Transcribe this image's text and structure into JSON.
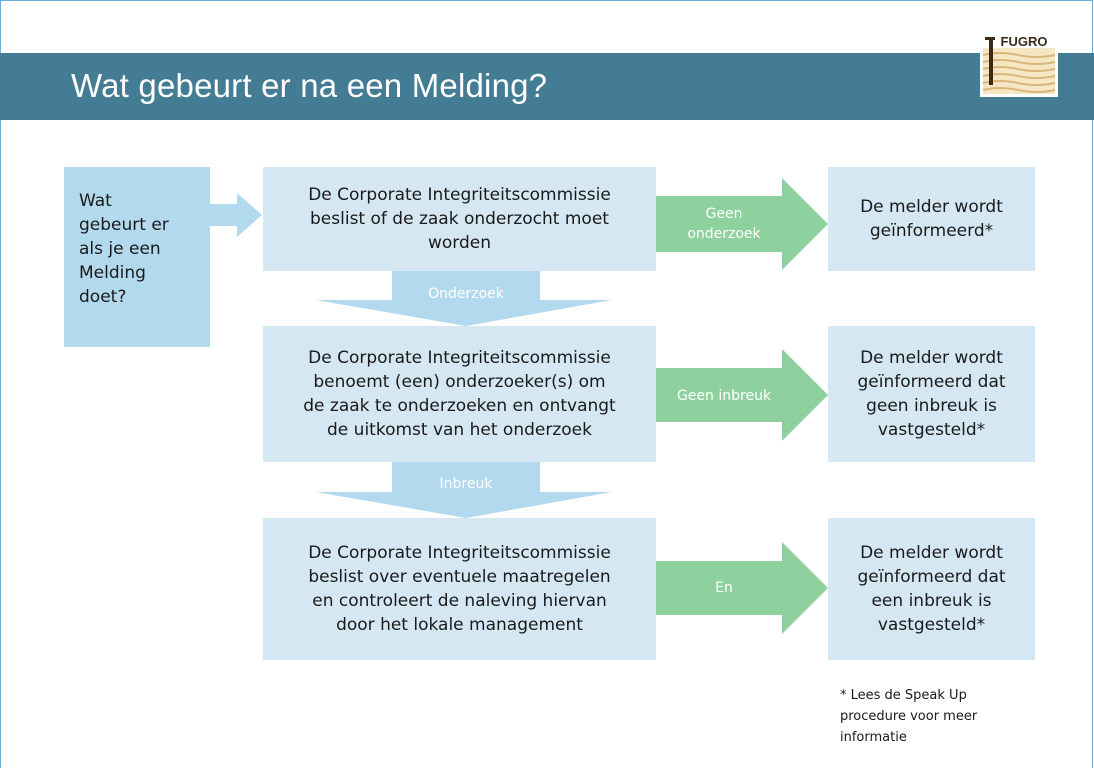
{
  "slide": {
    "title": "Wat gebeurt er na een Melding?",
    "logo_text": "FUGRO"
  },
  "left_box": {
    "text": "Wat\ngebeurt er\nals je een\nMelding\ndoet?"
  },
  "steps": [
    {
      "text": "De Corporate Integriteitscommissie\nbeslist of de zaak onderzocht moet\nworden",
      "branch_label": "Geen\nonderzoek",
      "outcome": "De melder wordt\ngeïnformeerd*"
    },
    {
      "text": "De Corporate Integriteitscommissie\nbenoemt (een) onderzoeker(s) om\nde zaak te onderzoeken en ontvangt\nde uitkomst van het onderzoek",
      "branch_label": "Geen  inbreuk",
      "outcome": "De melder wordt\ngeïnformeerd dat\ngeen inbreuk is\nvastgesteld*"
    },
    {
      "text": "De Corporate Integriteitscommissie\nbeslist over eventuele maatregelen\nen controleert de naleving hiervan\ndoor het lokale management",
      "branch_label": "En",
      "outcome": "De melder wordt\ngeïnformeerd dat\neen inbreuk is\nvastgesteld*"
    }
  ],
  "down_arrows": [
    {
      "label": "Onderzoek"
    },
    {
      "label": "Inbreuk"
    }
  ],
  "footnote": "* Lees de Speak Up\nprocedure voor meer\ninformatie",
  "colors": {
    "title_bar": "#437c93",
    "step_box": "#d4e7f3",
    "left_box": "#b3d9ee",
    "green_arrow": "#8fd19e",
    "blue_arrow": "#b3d9ee",
    "frame": "#6aaed6"
  }
}
